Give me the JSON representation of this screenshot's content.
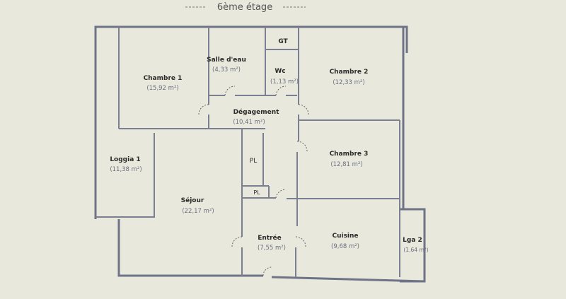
{
  "title": "6ème étage",
  "rooms": {
    "chambre1": {
      "name": "Chambre 1",
      "area": "(15,92 m²)"
    },
    "salle_eau": {
      "name": "Salle d'eau",
      "area": "(4,33 m²)"
    },
    "gt": {
      "name": "GT"
    },
    "wc": {
      "name": "Wc",
      "area": "(1,13 m²)"
    },
    "chambre2": {
      "name": "Chambre 2",
      "area": "(12,33 m²)"
    },
    "degagement": {
      "name": "Dégagement",
      "area": "(10,41 m²)"
    },
    "loggia1": {
      "name": "Loggia 1",
      "area": "(11,38 m²)"
    },
    "pl1": {
      "name": "PL"
    },
    "pl2": {
      "name": "PL"
    },
    "chambre3": {
      "name": "Chambre 3",
      "area": "(12,81 m²)"
    },
    "sejour": {
      "name": "Séjour",
      "area": "(22,17 m²)"
    },
    "entree": {
      "name": "Entrée",
      "area": "(7,55 m²)"
    },
    "cuisine": {
      "name": "Cuisine",
      "area": "(9,68 m²)"
    },
    "lga2": {
      "name": "Lga 2",
      "area": "(1,64 m²)"
    }
  }
}
